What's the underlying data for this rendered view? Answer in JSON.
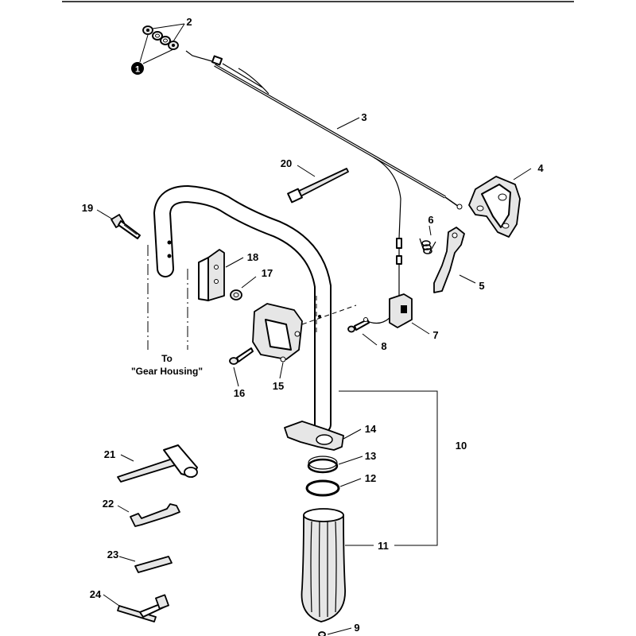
{
  "callouts": {
    "c1": "1",
    "c2": "2",
    "c3": "3",
    "c4": "4",
    "c5": "5",
    "c6": "6",
    "c7": "7",
    "c8": "8",
    "c9": "9",
    "c10": "10",
    "c11": "11",
    "c12": "12",
    "c13": "13",
    "c14": "14",
    "c15": "15",
    "c16": "16",
    "c17": "17",
    "c18": "18",
    "c19": "19",
    "c20": "20",
    "c21": "21",
    "c22": "22",
    "c23": "23",
    "c24": "24"
  },
  "note": {
    "line1": "To",
    "line2": "\"Gear Housing\""
  }
}
